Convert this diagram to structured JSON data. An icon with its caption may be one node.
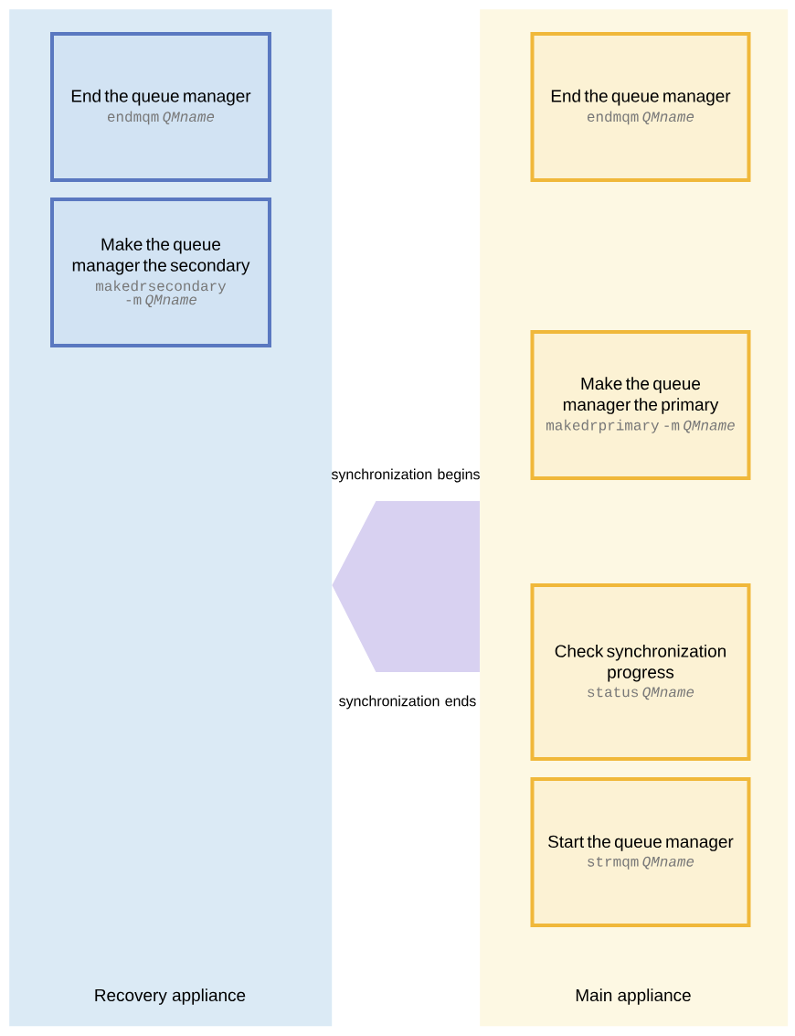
{
  "diagram": {
    "nodes": [
      {
        "text": [
          "Recovery appliance"
        ]
      },
      {
        "text": [
          "End the queue manager",
          "endmqm *QMname*"
        ],
        "in": 0
      },
      {
        "text": [
          "Make the queue manager the secondary",
          "makedrsecondary -m *QMname*"
        ],
        "in": 0
      },
      {
        "text": [
          "Main appliance"
        ]
      },
      {
        "text": [
          "End the queue manager",
          "endmqm *QMname*"
        ],
        "in": 3
      },
      {
        "text": [
          "Make the queue manager the primary",
          "makedrprimary -m *QMname*"
        ],
        "in": 3
      },
      {
        "text": [
          "Check synchronization progress",
          "status *QMname*"
        ],
        "in": 3
      },
      {
        "text": [
          "Start the queue manager",
          "strmqm *QMname*"
        ],
        "in": 3
      }
    ],
    "edges": [
      {
        "from": 3,
        "to": 0,
        "arrow": "to"
      }
    ],
    "labels": [
      "synchronization begins",
      "synchronization ends"
    ]
  }
}
